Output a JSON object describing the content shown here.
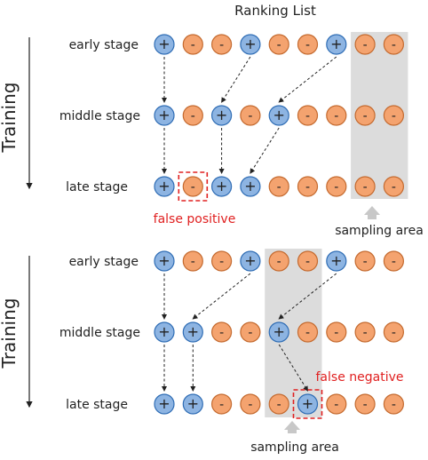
{
  "title": "Ranking List",
  "colors": {
    "positive_fill": "#8db4e2",
    "positive_stroke": "#2f6db5",
    "negative_fill": "#f4a36f",
    "negative_stroke": "#c46a2f",
    "highlight": "#e02020",
    "sampling_band": "#dcdcdc",
    "text": "#222222"
  },
  "panels": [
    {
      "axis_label": "Training",
      "stages": [
        {
          "label": "early stage",
          "items": [
            "+",
            "-",
            "-",
            "+",
            "-",
            "-",
            "+",
            "-",
            "-"
          ]
        },
        {
          "label": "middle stage",
          "items": [
            "+",
            "-",
            "+",
            "-",
            "+",
            "-",
            "-",
            "-",
            "-"
          ]
        },
        {
          "label": "late stage",
          "items": [
            "+",
            "-",
            "+",
            "+",
            "-",
            "-",
            "-",
            "-",
            "-"
          ]
        }
      ],
      "sampling_label": "sampling area",
      "highlight_label": "false positive"
    },
    {
      "axis_label": "Training",
      "stages": [
        {
          "label": "early stage",
          "items": [
            "+",
            "-",
            "-",
            "+",
            "-",
            "-",
            "+",
            "-",
            "-"
          ]
        },
        {
          "label": "middle stage",
          "items": [
            "+",
            "+",
            "-",
            "-",
            "+",
            "-",
            "-",
            "-",
            "-"
          ]
        },
        {
          "label": "late stage",
          "items": [
            "+",
            "+",
            "-",
            "-",
            "-",
            "+",
            "-",
            "-",
            "-"
          ]
        }
      ],
      "sampling_label": "sampling area",
      "highlight_label": "false negative"
    }
  ]
}
